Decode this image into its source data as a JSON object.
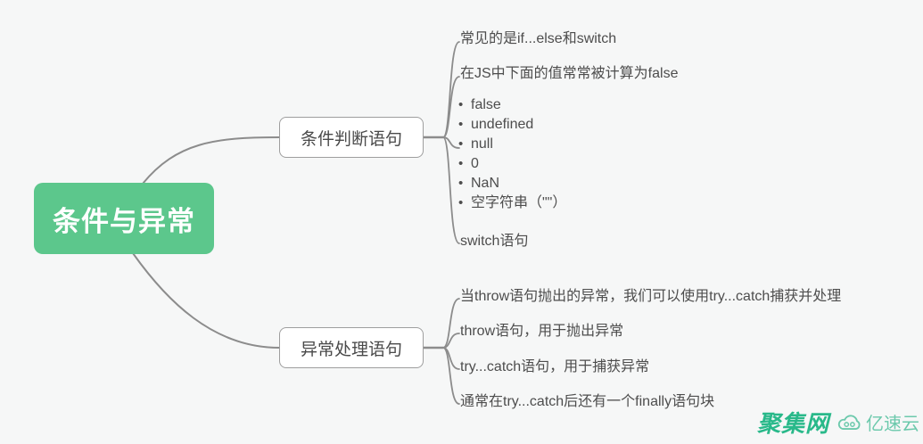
{
  "root": {
    "label": "条件与异常"
  },
  "branches": [
    {
      "label": "条件判断语句",
      "children": [
        {
          "text": "常见的是if...else和switch"
        },
        {
          "text": "在JS中下面的值常常被计算为false"
        },
        {
          "list": [
            "false",
            "undefined",
            "null",
            "0",
            "NaN",
            "空字符串（\"\"）"
          ]
        },
        {
          "text": "switch语句"
        }
      ]
    },
    {
      "label": "异常处理语句",
      "children": [
        {
          "text": "当throw语句抛出的异常，我们可以使用try...catch捕获并处理"
        },
        {
          "text": "throw语句，用于抛出异常"
        },
        {
          "text": "try...catch语句，用于捕获异常"
        },
        {
          "text": "通常在try...catch后还有一个finally语句块"
        }
      ]
    }
  ],
  "watermark": {
    "site_name": "聚集网",
    "brand_name": "亿速云"
  },
  "colors": {
    "background": "#f6f7f7",
    "root_bg": "#5cc78c",
    "root_text": "#ffffff",
    "branch_border": "#9e9e9e",
    "line": "#8c8c8c",
    "leaf_text": "#4d4d4d",
    "watermark_green": "#29b98a",
    "watermark_teal": "#6cc9ac"
  }
}
